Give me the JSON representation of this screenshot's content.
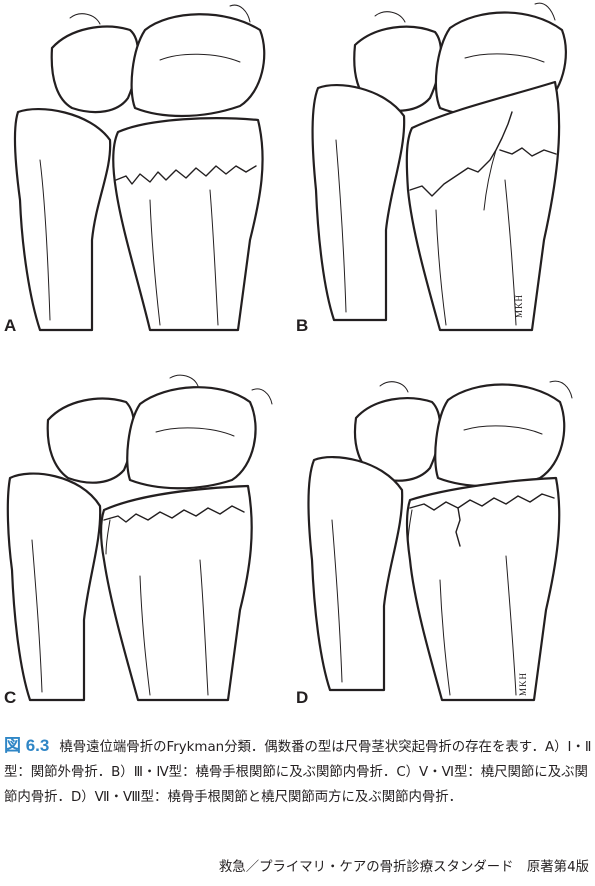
{
  "panels": [
    {
      "id": "a",
      "label": "A",
      "signature": ""
    },
    {
      "id": "b",
      "label": "B",
      "signature": "MKH"
    },
    {
      "id": "c",
      "label": "C",
      "signature": ""
    },
    {
      "id": "d",
      "label": "D",
      "signature": "MKH"
    }
  ],
  "caption": {
    "figure_number": "図 6.3",
    "text": "橈骨遠位端骨折のFrykman分類．偶数番の型は尺骨茎状突起骨折の存在を表す．A）Ⅰ・Ⅱ型：関節外骨折．B）Ⅲ・Ⅳ型：橈骨手根関節に及ぶ関節内骨折．C）Ⅴ・Ⅵ型：橈尺関節に及ぶ関節内骨折．D）Ⅶ・Ⅷ型：橈骨手根関節と橈尺関節両方に及ぶ関節内骨折．"
  },
  "credit": "救急／プライマリ・ケアの骨折診療スタンダード　原著第4版"
}
